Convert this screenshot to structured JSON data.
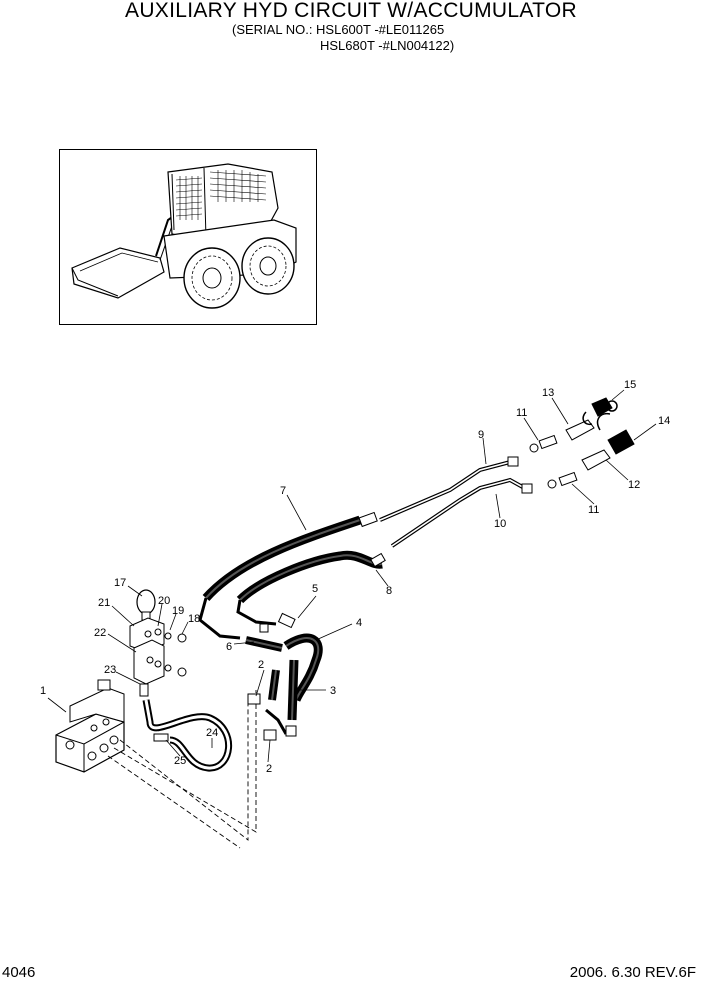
{
  "header": {
    "title": "AUXILIARY HYD CIRCUIT W/ACCUMULATOR",
    "serial_line1": "(SERIAL NO.: HSL600T -#LE011265",
    "serial_line2": "HSL680T -#LN004122)"
  },
  "parts": {
    "p1": "1",
    "p2a": "2",
    "p2b": "2",
    "p3": "3",
    "p4": "4",
    "p5": "5",
    "p6": "6",
    "p7": "7",
    "p8": "8",
    "p9": "9",
    "p10": "10",
    "p11a": "11",
    "p11b": "11",
    "p12": "12",
    "p13": "13",
    "p14": "14",
    "p15": "15",
    "p17": "17",
    "p18": "18",
    "p19": "19",
    "p20": "20",
    "p21": "21",
    "p22": "22",
    "p23": "23",
    "p24": "24",
    "p25": "25"
  },
  "footer": {
    "page_number": "4046",
    "date_rev": "2006. 6.30  REV.6F"
  }
}
